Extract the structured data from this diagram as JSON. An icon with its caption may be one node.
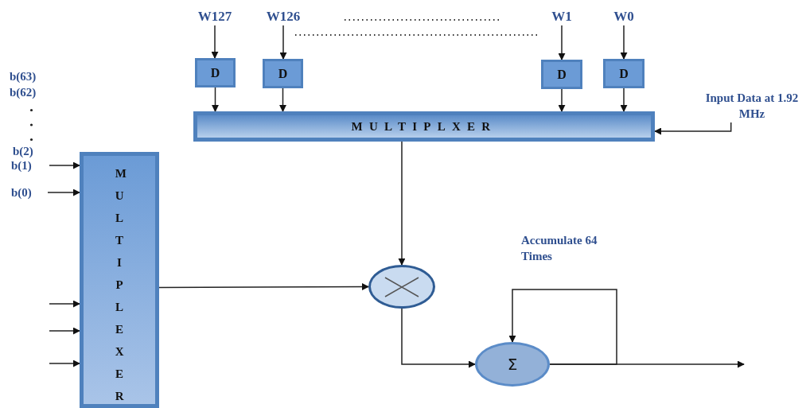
{
  "diagram": {
    "nodes": [
      {
        "text": [
          "W127"
        ]
      },
      {
        "text": [
          "W126"
        ]
      },
      {
        "text": [
          "W1"
        ]
      },
      {
        "text": [
          "W0"
        ]
      },
      {
        "text": [
          "D"
        ]
      },
      {
        "text": [
          "D"
        ]
      },
      {
        "text": [
          "D"
        ]
      },
      {
        "text": [
          "D"
        ]
      },
      {
        "text": [
          "MULTIPLXER"
        ]
      },
      {
        "text": [
          "Input Data at 1.92 MHz"
        ]
      },
      {
        "text": [
          "MULTIPLEXER"
        ]
      },
      {
        "text": [
          "b(1)"
        ]
      },
      {
        "text": [
          "b(0)"
        ]
      },
      {
        "text": [],
        "shape": "circle"
      },
      {
        "text": [
          "Σ"
        ]
      }
    ],
    "edges": [
      {
        "from": 0,
        "to": 4,
        "arrow": "to"
      },
      {
        "from": 1,
        "to": 5,
        "arrow": "to"
      },
      {
        "from": 2,
        "to": 6,
        "arrow": "to"
      },
      {
        "from": 3,
        "to": 7,
        "arrow": "to"
      },
      {
        "from": 4,
        "to": 8,
        "arrow": "to"
      },
      {
        "from": 5,
        "to": 8,
        "arrow": "to"
      },
      {
        "from": 6,
        "to": 8,
        "arrow": "to"
      },
      {
        "from": 7,
        "to": 8,
        "arrow": "to"
      },
      {
        "from": 9,
        "to": 8,
        "arrow": "to"
      },
      {
        "from": 11,
        "to": 10,
        "arrow": "to"
      },
      {
        "from": 12,
        "to": 10,
        "arrow": "to"
      },
      {
        "from": null,
        "to": 10,
        "arrow": "to"
      },
      {
        "from": null,
        "to": 10,
        "arrow": "to"
      },
      {
        "from": null,
        "to": 10,
        "arrow": "to"
      },
      {
        "from": 10,
        "to": 13,
        "arrow": "to"
      },
      {
        "from": 8,
        "to": 13,
        "arrow": "to"
      },
      {
        "from": 13,
        "to": 14,
        "arrow": "to"
      },
      {
        "from": 14,
        "to": 14,
        "arrow": "to"
      },
      {
        "from": 14,
        "to": null,
        "arrow": "to"
      }
    ],
    "labels": [
      "b(63)",
      "b(62)",
      "b(2)",
      "Accumulate 64 Times"
    ]
  }
}
